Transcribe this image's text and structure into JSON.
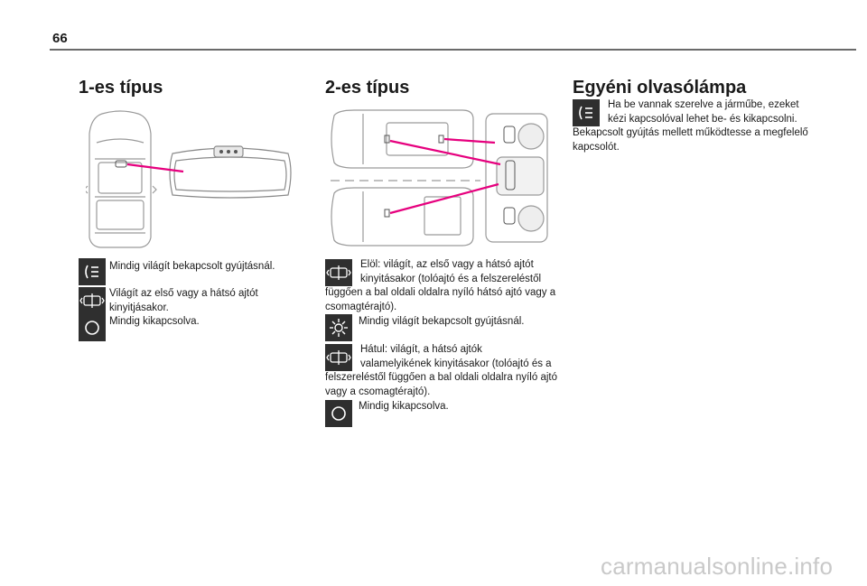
{
  "page": {
    "number": "66"
  },
  "col1": {
    "title": "1-es típus",
    "items": [
      {
        "icon": "dome-light-on-icon",
        "text": "Mindig világít bekapcsolt gyújtásnál."
      },
      {
        "icon": "door-light-icon",
        "text": "Világít az első vagy a hátsó ajtót kinyitjásakor."
      },
      {
        "icon": "off-circle-icon",
        "text": "Mindig kikapcsolva."
      }
    ]
  },
  "col2": {
    "title": "2-es típus",
    "items": [
      {
        "icon": "door-light-icon",
        "first": "Elöl: világít, az első vagy a hátsó ajtót",
        "second": "kinyitásakor (tolóajtó és a felszereléstől",
        "rest": "függően a bal oldali oldalra nyíló hátsó ajtó vagy a csomagtérajtó)."
      },
      {
        "icon": "sun-light-icon",
        "first": "Mindig világít bekapcsolt gyújtásnál."
      },
      {
        "icon": "door-light-icon",
        "first": "Hátul: világít, a hátsó ajtók",
        "second": "valamelyikének kinyitásakor (tolóajtó és a",
        "rest": "felszereléstől függően a bal oldali oldalra nyíló ajtó vagy a csomagtérajtó)."
      },
      {
        "icon": "off-circle-icon",
        "first": "Mindig kikapcsolva."
      }
    ]
  },
  "col3": {
    "title": "Egyéni olvasólámpa",
    "icon": "dome-light-on-icon",
    "first": "Ha be vannak szerelve a járműbe, ezeket",
    "second": "kézi kapcsolóval lehet be- és kikapcsolni.",
    "rest": "Bekapcsolt gyújtás mellett működtesse a megfelelő kapcsolót."
  },
  "footer": {
    "watermark": "carmanualsonline.info"
  },
  "colors": {
    "accent": "#e6007e",
    "icon_bg": "#2f2f2f"
  }
}
